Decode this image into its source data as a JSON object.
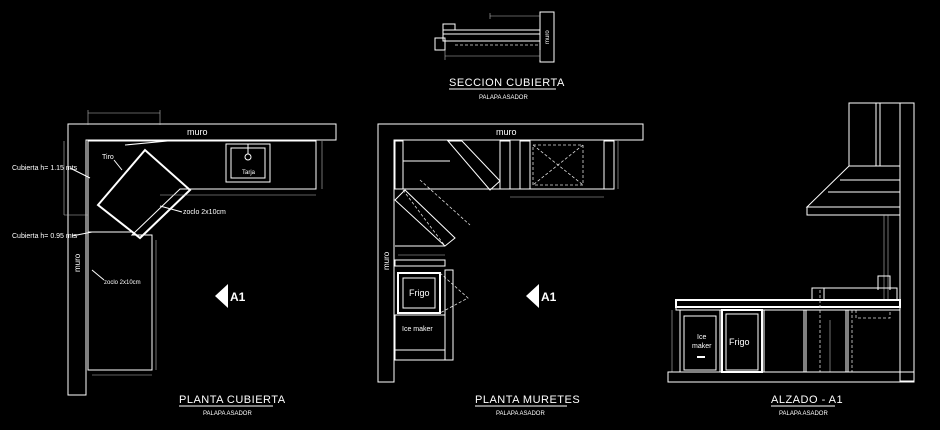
{
  "drawings": {
    "seccion": {
      "title": "SECCION CUBIERTA",
      "subtitle": "PALAPA ASADOR",
      "wall_label": "muro"
    },
    "planta_cubierta": {
      "title": "PLANTA CUBIERTA",
      "subtitle": "PALAPA ASADOR",
      "wall_top": "muro",
      "wall_left": "muro",
      "label_tiro": "Tiro",
      "label_tarja": "Tarja",
      "label_cubierta_115": "Cubierta h= 1.15 mts",
      "label_cubierta_095": "Cubierta h= 0.95 mts",
      "label_zoclo_top": "zoclo 2x10cm",
      "label_zoclo_left": "zoclo 2x10cm",
      "section_marker": "A1"
    },
    "planta_muretes": {
      "title": "PLANTA MURETES",
      "subtitle": "PALAPA ASADOR",
      "wall_top": "muro",
      "wall_left": "muro",
      "label_frigo": "Frigo",
      "label_ice_maker": "Ice maker",
      "section_marker": "A1"
    },
    "alzado": {
      "title": "ALZADO - A1",
      "subtitle": "PALAPA ASADOR",
      "label_ice": "Ice",
      "label_maker": "maker",
      "label_frigo": "Frigo"
    }
  }
}
